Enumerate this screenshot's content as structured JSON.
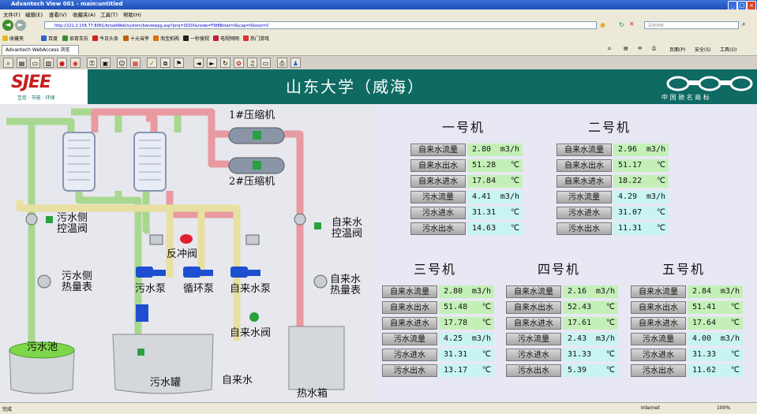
{
  "window": {
    "title": "Advantech View 001 - main:untitled"
  },
  "menu": [
    "文件(F)",
    "编辑(E)",
    "查看(V)",
    "收藏夹(A)",
    "工具(T)",
    "帮助(H)"
  ],
  "address": {
    "url": "http://221.2.158.77:8081/broadWeb/system/bwviewpg.asp?proj=SDDX&node=FWBBstat=0&cap=0&tool=0",
    "search_placeholder": "百度搜索"
  },
  "favorites": [
    "收藏夹",
    "百度",
    "佰育车抗",
    "今日头条",
    "十元当爷",
    "淘宝拍购",
    "一秒搜视",
    "电视频网",
    "热门游戏"
  ],
  "tab": {
    "label": "Advantech WebAccess 浏览"
  },
  "right_tools": [
    "页面(P)",
    "安全(S)",
    "工具(O)"
  ],
  "header": {
    "logo_text": "SJEE",
    "logo_slogan": "互信 · 节能 · 环保",
    "title": "山东大学（威海）",
    "brand": "中 国 驰 名 商 标"
  },
  "diagram_labels": {
    "compressor1": "1#压缩机",
    "compressor2": "2#压缩机",
    "sewage_temp_valve": "污水侧\n控温阀",
    "sewage_heat_meter": "污水侧\n热量表",
    "backflush_valve": "反冲阀",
    "sewage_pump": "污水泵",
    "circ_pump": "循环泵",
    "tap_pump": "自来水泵",
    "tap_temp_valve": "自来水\n控温阀",
    "tap_heat_meter": "自来水\n热量表",
    "tap_valve": "自来水阀",
    "sewage_pool": "污水池",
    "sewage_tank": "污水罐",
    "tap_water": "自来水",
    "hot_water_tank": "热水箱"
  },
  "colors": {
    "header_bg": "#0e6a62",
    "value_green": "#c4f0b8",
    "value_cyan": "#c8f4f2",
    "pipe_green": "#a8d890",
    "pipe_red": "#e89aa0",
    "pipe_yellow": "#e8e0a0"
  },
  "machines": [
    {
      "title": "一号机",
      "rows": [
        {
          "label": "自来水流量",
          "value": "2.80",
          "unit": "m3/h",
          "color": "g"
        },
        {
          "label": "自来水出水",
          "value": "51.28",
          "unit": "℃",
          "color": "g"
        },
        {
          "label": "自来水进水",
          "value": "17.84",
          "unit": "℃",
          "color": "g"
        },
        {
          "label": "污水流量",
          "value": "4.41",
          "unit": "m3/h",
          "color": "c"
        },
        {
          "label": "污水进水",
          "value": "31.31",
          "unit": "℃",
          "color": "c"
        },
        {
          "label": "污水出水",
          "value": "14.63",
          "unit": "℃",
          "color": "c"
        }
      ]
    },
    {
      "title": "二号机",
      "rows": [
        {
          "label": "自来水流量",
          "value": "2.96",
          "unit": "m3/h",
          "color": "g"
        },
        {
          "label": "自来水出水",
          "value": "51.17",
          "unit": "℃",
          "color": "g"
        },
        {
          "label": "自来水进水",
          "value": "18.22",
          "unit": "℃",
          "color": "g"
        },
        {
          "label": "污水流量",
          "value": "4.29",
          "unit": "m3/h",
          "color": "c"
        },
        {
          "label": "污水进水",
          "value": "31.07",
          "unit": "℃",
          "color": "c"
        },
        {
          "label": "污水出水",
          "value": "11.31",
          "unit": "℃",
          "color": "c"
        }
      ]
    },
    {
      "title": "三号机",
      "rows": [
        {
          "label": "自来水流量",
          "value": "2.80",
          "unit": "m3/h",
          "color": "g"
        },
        {
          "label": "自来水出水",
          "value": "51.48",
          "unit": "℃",
          "color": "g"
        },
        {
          "label": "自来水进水",
          "value": "17.78",
          "unit": "℃",
          "color": "g"
        },
        {
          "label": "污水流量",
          "value": "4.25",
          "unit": "m3/h",
          "color": "c"
        },
        {
          "label": "污水进水",
          "value": "31.31",
          "unit": "℃",
          "color": "c"
        },
        {
          "label": "污水出水",
          "value": "13.17",
          "unit": "℃",
          "color": "c"
        }
      ]
    },
    {
      "title": "四号机",
      "rows": [
        {
          "label": "自来水流量",
          "value": "2.16",
          "unit": "m3/h",
          "color": "g"
        },
        {
          "label": "自来水出水",
          "value": "52.43",
          "unit": "℃",
          "color": "g"
        },
        {
          "label": "自来水进水",
          "value": "17.61",
          "unit": "℃",
          "color": "g"
        },
        {
          "label": "污水流量",
          "value": "2.43",
          "unit": "m3/h",
          "color": "c"
        },
        {
          "label": "污水进水",
          "value": "31.33",
          "unit": "℃",
          "color": "c"
        },
        {
          "label": "污水出水",
          "value": "5.39",
          "unit": "℃",
          "color": "c"
        }
      ]
    },
    {
      "title": "五号机",
      "rows": [
        {
          "label": "自来水流量",
          "value": "2.84",
          "unit": "m3/h",
          "color": "g"
        },
        {
          "label": "自来水出水",
          "value": "51.41",
          "unit": "℃",
          "color": "g"
        },
        {
          "label": "自来水进水",
          "value": "17.64",
          "unit": "℃",
          "color": "g"
        },
        {
          "label": "污水流量",
          "value": "4.00",
          "unit": "m3/h",
          "color": "c"
        },
        {
          "label": "污水进水",
          "value": "31.33",
          "unit": "℃",
          "color": "c"
        },
        {
          "label": "污水出水",
          "value": "11.62",
          "unit": "℃",
          "color": "c"
        }
      ]
    }
  ],
  "status": {
    "left": "完成",
    "zone": "Internet",
    "zoom": "100%"
  }
}
